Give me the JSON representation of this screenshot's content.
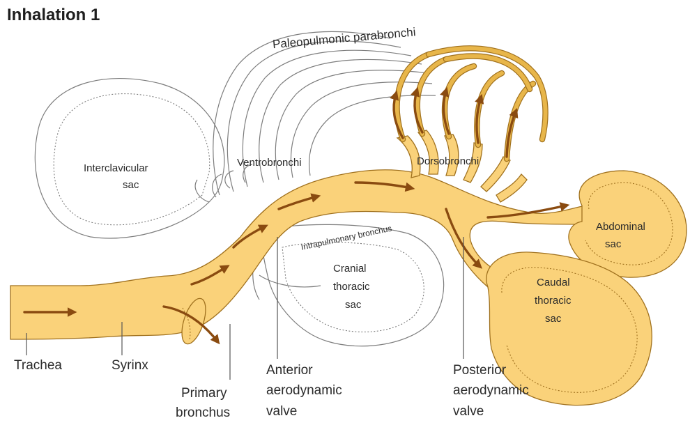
{
  "title": "Inhalation 1",
  "labels": {
    "paleopulmonic": "Paleopulmonic parabronchi",
    "interclavicular_line1": "Interclavicular",
    "interclavicular_line2": "sac",
    "ventrobronchi": "Ventrobronchi",
    "dorsobronchi": "Dorsobronchi",
    "intrapulmonary": "Intrapulmonary bronchus",
    "cranial_line1": "Cranial",
    "cranial_line2": "thoracic",
    "cranial_line3": "sac",
    "abdominal_line1": "Abdominal",
    "abdominal_line2": "sac",
    "caudal_line1": "Caudal",
    "caudal_line2": "thoracic",
    "caudal_line3": "sac",
    "trachea": "Trachea",
    "syrinx": "Syrinx",
    "primary_line1": "Primary",
    "primary_line2": "bronchus",
    "anterior_line1": "Anterior",
    "anterior_line2": "aerodynamic",
    "anterior_line3": "valve",
    "posterior_line1": "Posterior",
    "posterior_line2": "aerodynamic",
    "posterior_line3": "valve"
  },
  "colors": {
    "airflow_fill": "#fad27a",
    "airflow_outline": "#a0711e",
    "arrow": "#8a4b10",
    "idle_outline": "#7d7d7d"
  }
}
